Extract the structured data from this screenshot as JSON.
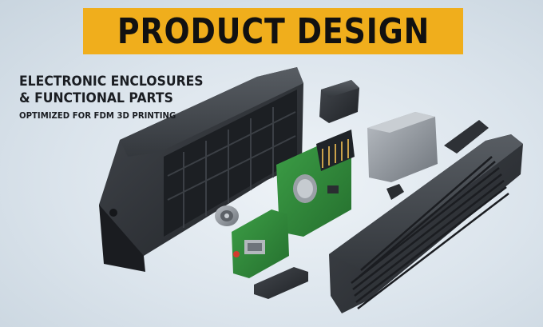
{
  "banner": {
    "title": "PRODUCT DESIGN"
  },
  "subtitle": {
    "line1": "ELECTRONIC ENCLOSURES",
    "line2": "& FUNCTIONAL PARTS",
    "line3": "OPTIMIZED FOR FDM 3D PRINTING"
  },
  "colors": {
    "banner": "#f0ae1c",
    "plastic": "#2b2e33",
    "pcb": "#2f8a3a",
    "metal": "#8d939a",
    "background": "#dbe4ec"
  }
}
